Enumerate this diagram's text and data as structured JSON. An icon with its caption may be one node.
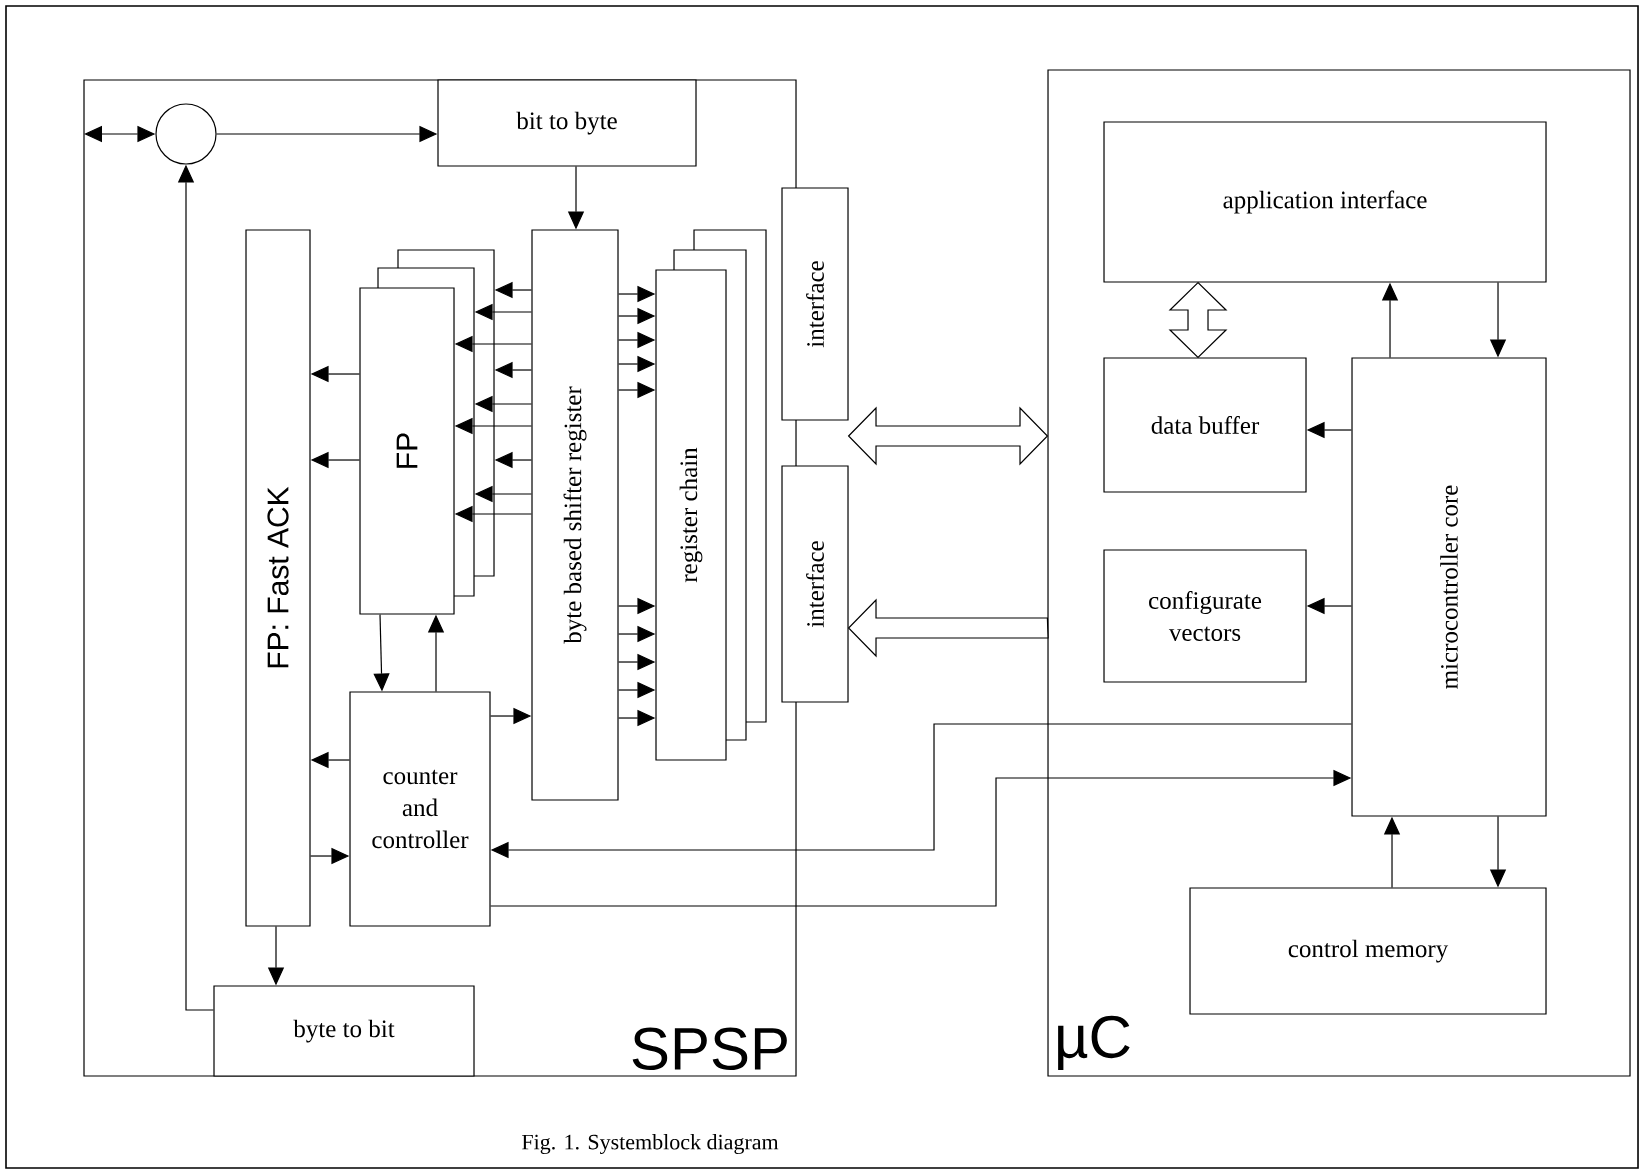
{
  "diagram": {
    "caption": "Fig. 1. Systemblock diagram",
    "nodes": [
      {
        "text": [
          "SPSP"
        ]
      },
      {
        "text": [],
        "shape": "circle",
        "in": 0
      },
      {
        "text": [
          "bit to byte"
        ],
        "in": 0
      },
      {
        "text": [
          "FP: Fast ACK"
        ],
        "in": 0
      },
      {
        "text": [
          "FP"
        ],
        "in": 0
      },
      {
        "text": [
          "byte based shifter register"
        ],
        "in": 0
      },
      {
        "text": [
          "register chain"
        ],
        "in": 0
      },
      {
        "text": [
          "interface"
        ]
      },
      {
        "text": [
          "interface"
        ]
      },
      {
        "text": [
          "counter and controller"
        ],
        "in": 0
      },
      {
        "text": [
          "byte to bit"
        ],
        "in": 0
      },
      {
        "text": [
          "µC"
        ]
      },
      {
        "text": [
          "application interface"
        ],
        "in": 11
      },
      {
        "text": [
          "data buffer"
        ],
        "in": 11
      },
      {
        "text": [
          "configurate vectors"
        ],
        "in": 11
      },
      {
        "text": [
          "microcontroller core"
        ],
        "in": 11
      },
      {
        "text": [
          "control memory"
        ],
        "in": 11
      }
    ],
    "edges": [
      {
        "from": null,
        "to": 1,
        "arrow": "both"
      },
      {
        "from": 1,
        "to": 2,
        "arrow": "to"
      },
      {
        "from": 10,
        "to": 1,
        "arrow": "to"
      },
      {
        "from": 2,
        "to": 5,
        "arrow": "to"
      },
      {
        "from": 5,
        "to": 4,
        "arrow": "to"
      },
      {
        "from": 5,
        "to": 4,
        "arrow": "to"
      },
      {
        "from": 5,
        "to": 4,
        "arrow": "to"
      },
      {
        "from": 5,
        "to": 4,
        "arrow": "to"
      },
      {
        "from": 5,
        "to": 4,
        "arrow": "to"
      },
      {
        "from": 5,
        "to": 4,
        "arrow": "to"
      },
      {
        "from": 5,
        "to": 4,
        "arrow": "to"
      },
      {
        "from": 5,
        "to": 4,
        "arrow": "to"
      },
      {
        "from": 5,
        "to": 4,
        "arrow": "to"
      },
      {
        "from": 5,
        "to": 6,
        "arrow": "to"
      },
      {
        "from": 5,
        "to": 6,
        "arrow": "to"
      },
      {
        "from": 5,
        "to": 6,
        "arrow": "to"
      },
      {
        "from": 5,
        "to": 6,
        "arrow": "to"
      },
      {
        "from": 5,
        "to": 6,
        "arrow": "to"
      },
      {
        "from": 5,
        "to": 6,
        "arrow": "to"
      },
      {
        "from": 5,
        "to": 6,
        "arrow": "to"
      },
      {
        "from": 5,
        "to": 6,
        "arrow": "to"
      },
      {
        "from": 5,
        "to": 6,
        "arrow": "to"
      },
      {
        "from": 5,
        "to": 6,
        "arrow": "to"
      },
      {
        "from": 4,
        "to": 3,
        "arrow": "to"
      },
      {
        "from": 4,
        "to": 3,
        "arrow": "to"
      },
      {
        "from": 4,
        "to": 9,
        "arrow": "to"
      },
      {
        "from": 9,
        "to": 4,
        "arrow": "to"
      },
      {
        "from": 9,
        "to": 5,
        "arrow": "to"
      },
      {
        "from": 9,
        "to": 3,
        "arrow": "to"
      },
      {
        "from": 3,
        "to": 9,
        "arrow": "to"
      },
      {
        "from": 3,
        "to": 10,
        "arrow": "to"
      },
      {
        "from": 7,
        "to": 11,
        "arrow": "both",
        "style": "thick"
      },
      {
        "from": 11,
        "to": 8,
        "arrow": "to",
        "style": "thick"
      },
      {
        "from": 12,
        "to": 13,
        "arrow": "both",
        "style": "thick"
      },
      {
        "from": 15,
        "to": 12,
        "arrow": "to"
      },
      {
        "from": 12,
        "to": 15,
        "arrow": "to"
      },
      {
        "from": 15,
        "to": 13,
        "arrow": "to"
      },
      {
        "from": 15,
        "to": 14,
        "arrow": "to"
      },
      {
        "from": 15,
        "to": 9,
        "arrow": "to"
      },
      {
        "from": 9,
        "to": 15,
        "arrow": "to"
      },
      {
        "from": 16,
        "to": 15,
        "arrow": "to"
      },
      {
        "from": 15,
        "to": 16,
        "arrow": "to"
      }
    ]
  }
}
